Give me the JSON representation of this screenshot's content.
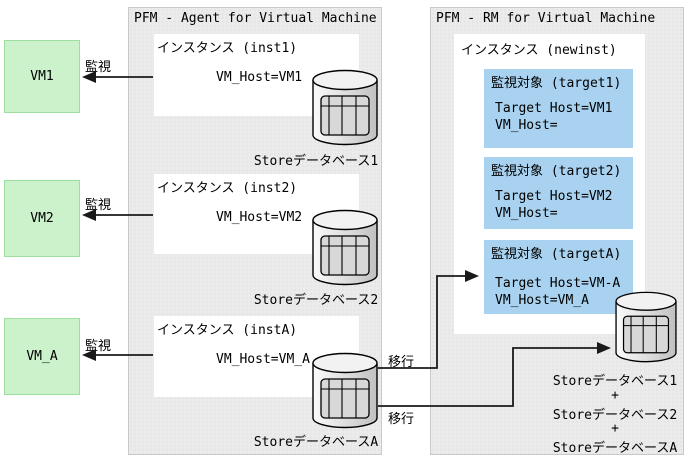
{
  "vms": [
    {
      "label": "VM1"
    },
    {
      "label": "VM2"
    },
    {
      "label": "VM_A"
    }
  ],
  "monitor_label": "監視",
  "migrate_label": "移行",
  "left_panel": {
    "title": "PFM - Agent for Virtual Machine",
    "instances": [
      {
        "label": "インスタンス (inst1)",
        "vm_host": "VM_Host=VM1",
        "store": "Storeデータベース1"
      },
      {
        "label": "インスタンス (inst2)",
        "vm_host": "VM_Host=VM2",
        "store": "Storeデータベース2"
      },
      {
        "label": "インスタンス (instA)",
        "vm_host": "VM_Host=VM_A",
        "store": "StoreデータベースA"
      }
    ]
  },
  "right_panel": {
    "title": "PFM - RM for Virtual Machine",
    "instance_label": "インスタンス (newinst)",
    "targets": [
      {
        "label": "監視対象 (target1)",
        "target_host": "Target Host=VM1",
        "vm_host": "VM_Host="
      },
      {
        "label": "監視対象 (target2)",
        "target_host": "Target Host=VM2",
        "vm_host": "VM_Host="
      },
      {
        "label": "監視対象 (targetA)",
        "target_host": "Target Host=VM-A",
        "vm_host": "VM_Host=VM_A"
      }
    ],
    "merged_store": [
      "Storeデータベース1",
      "+",
      "Storeデータベース2",
      "+",
      "StoreデータベースA"
    ]
  },
  "colors": {
    "vm_box_fill": "#ccf2cc",
    "vm_box_border": "#9ede9e",
    "panel_fill": "#ebebeb",
    "target_box_fill": "#a8d2f0",
    "instance_box_fill": "#ffffff",
    "line_color": "#000000"
  }
}
